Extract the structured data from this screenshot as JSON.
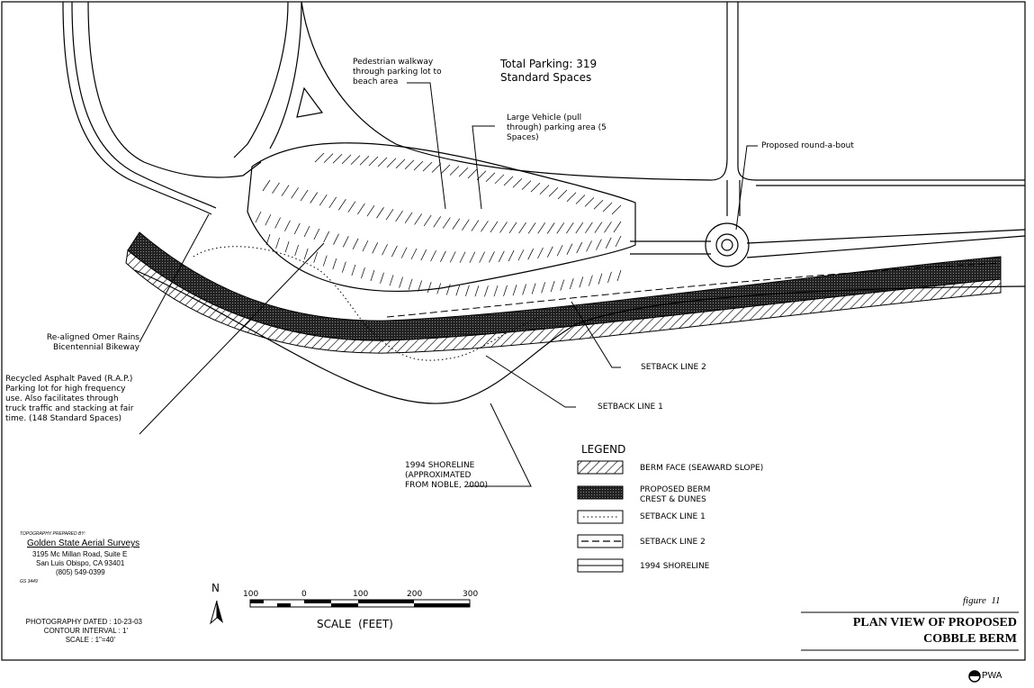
{
  "annotations": {
    "total_parking": "Total Parking: 319",
    "standard_spaces": "Standard Spaces",
    "pedestrian_walkway": "Pedestrian walkway through parking lot to beach area",
    "large_vehicle": "Large Vehicle (pull through) parking area (5 Spaces)",
    "roundabout": "Proposed round-a-bout",
    "bikeway": "Re-aligned Omer Rains Bicentennial Bikeway",
    "rap_parking": "Recycled Asphalt Paved (R.A.P.) Parking lot for high frequency use. Also facilitates through truck traffic and stacking at fair time. (148 Standard Spaces)",
    "setback2": "SETBACK LINE 2",
    "setback1": "SETBACK LINE 1",
    "shoreline_1994": "1994 SHORELINE (APPROXIMATED FROM NOBLE, 2000)"
  },
  "legend": {
    "title": "LEGEND",
    "items": [
      {
        "symbol": "hatch",
        "label": "BERM FACE (SEAWARD SLOPE)"
      },
      {
        "symbol": "crosshatch",
        "label": "PROPOSED BERM CREST & DUNES"
      },
      {
        "symbol": "dotted",
        "label": "SETBACK LINE 1"
      },
      {
        "symbol": "dashed",
        "label": "SETBACK LINE 2"
      },
      {
        "symbol": "double",
        "label": "1994 SHORELINE"
      }
    ]
  },
  "credits": {
    "topo_note": "TOPOGRAPHY PREPARED BY:",
    "company": "Golden State Aerial Surveys",
    "address": "3195 Mc Millan Road, Suite E",
    "city": "San Luis Obispo, CA 93401",
    "phone": "(805) 549-0399",
    "code": "GS 3449",
    "photo_date": "PHOTOGRAPHY DATED : 10-23-03",
    "contour": "CONTOUR INTERVAL : 1'",
    "scale": "SCALE : 1\"=40'"
  },
  "north_label": "N",
  "scale_bar": {
    "ticks": [
      "100",
      "0",
      "100",
      "200",
      "300"
    ],
    "label": "SCALE  (FEET)"
  },
  "figure": {
    "number": "figure  11",
    "title_line1": "PLAN VIEW OF PROPOSED",
    "title_line2": "COBBLE BERM"
  },
  "logo": "PWA",
  "colors": {
    "ink": "#000000",
    "paper": "#ffffff"
  }
}
